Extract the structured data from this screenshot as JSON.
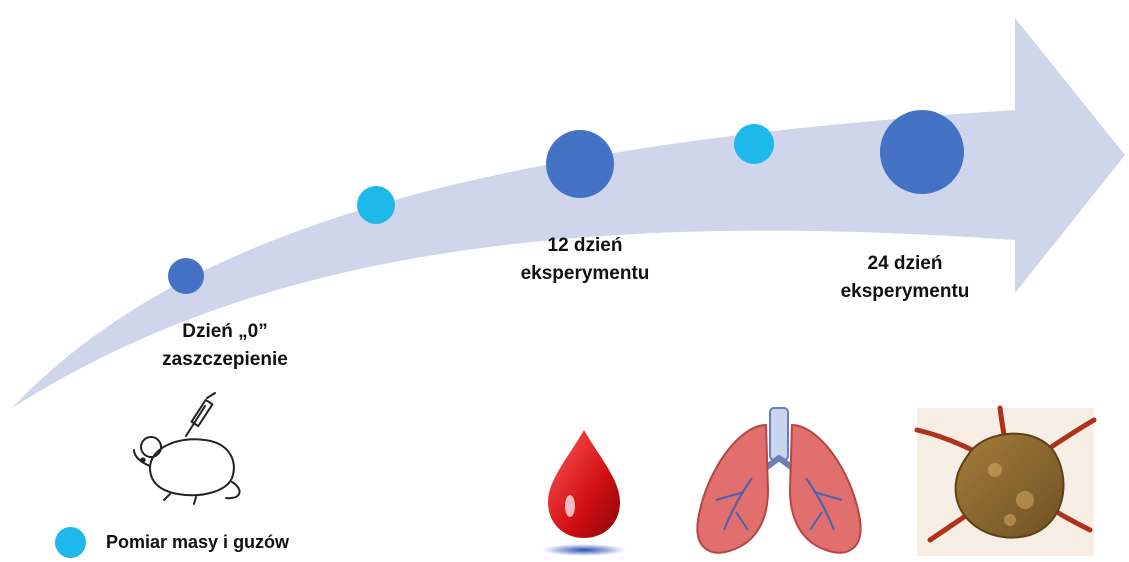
{
  "colors": {
    "arrow": "#cfd6ec",
    "major_marker": "#4472c4",
    "measurement_marker": "#1fb8ea",
    "blood": "#cc0f14",
    "lung": "#d9595a",
    "tumor": "#8a6a2e"
  },
  "timeline": {
    "markers": [
      {
        "name": "day0",
        "kind": "major"
      },
      {
        "name": "measure-1",
        "kind": "measurement"
      },
      {
        "name": "day12",
        "kind": "major"
      },
      {
        "name": "measure-2",
        "kind": "measurement"
      },
      {
        "name": "day24",
        "kind": "major"
      }
    ],
    "labels": {
      "day0": {
        "line1": "Dzień „0”",
        "line2": "zaszczepienie"
      },
      "day12": {
        "line1": "12 dzień",
        "line2": "eksperymentu"
      },
      "day24": {
        "line1": "24 dzień",
        "line2": "eksperymentu"
      }
    }
  },
  "legend": {
    "icon": "cyan-dot-icon",
    "text": "Pomiar masy i guzów"
  },
  "illustrations": [
    "mouse-injection-icon",
    "blood-drop-icon",
    "lungs-icon",
    "tumor-image-icon"
  ]
}
